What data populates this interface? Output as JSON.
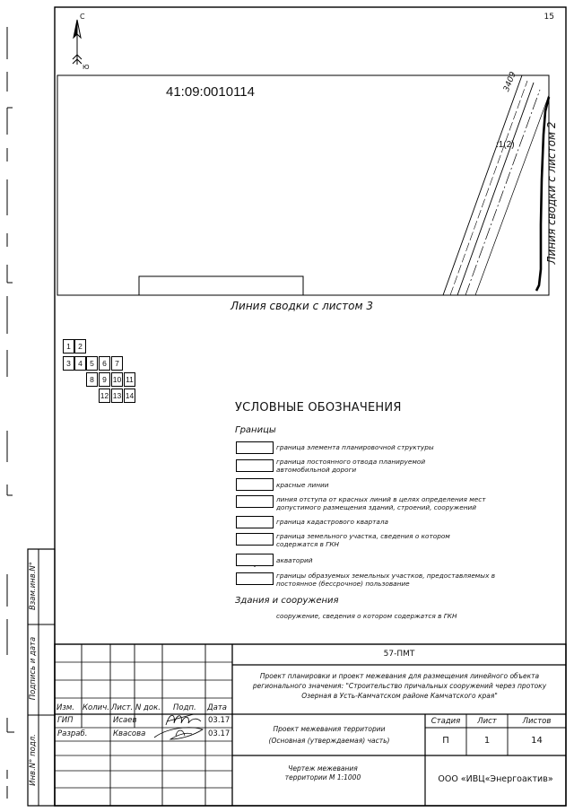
{
  "sheet": {
    "page_number": "15"
  },
  "compass": {
    "north": "С",
    "south": "Ю"
  },
  "map": {
    "quarter_label": "41:09:0010114",
    "edge_label": "3409",
    "parcel_label": ":1(2)",
    "bottom_join": "Линия сводки с листом 3",
    "right_join": "Линия сводки с листом 2"
  },
  "sheet_index": {
    "rows": [
      [
        "1",
        "2"
      ],
      [
        "3",
        "4",
        "5",
        "6",
        "7"
      ],
      [
        "8",
        "9",
        "10",
        "11"
      ],
      [
        "12",
        "13",
        "14"
      ]
    ]
  },
  "legend": {
    "title": "УСЛОВНЫЕ ОБОЗНАЧЕНИЯ",
    "boundaries_heading": "Границы",
    "items": [
      "граница элемента планировочной структуры",
      "граница постоянного отвода планируемой автомобильной дороги",
      "красные линии",
      "линия отступа от красных линий в целях определения мест допустимого размещения зданий, строений, сооружений",
      "граница кадастрового квартала",
      "граница земельного участка, сведения о котором содержатся в ГКН",
      "акваторий",
      "границы образуемых земельных участков, предоставляемых в постоянное (бессрочное) пользование"
    ],
    "buildings_heading": "Здания и сооружения",
    "building_item": "сооружение, сведения о котором содержатся в ГКН"
  },
  "side_stamps": {
    "inv_vzam": "Взам.инв.N°",
    "sign_date": "Подпись и дата",
    "inv_orig": "Инв.N° подл."
  },
  "title_block": {
    "code": "57-ПМТ",
    "project_title": "Проект планировки и проект межевания для размещения линейного объекта регионального значения: \"Строительство причальных сооружений через протоку Озерная в Усть-Камчатском районе Камчатского края\"",
    "headers": [
      "Изм.",
      "Колич.",
      "Лист.",
      "N док.",
      "Подп.",
      "Дата"
    ],
    "staff": [
      {
        "role": "ГИП",
        "name": "Исаев",
        "date": "03.17"
      },
      {
        "role": "Разраб.",
        "name": "Квасова",
        "date": "03.17"
      }
    ],
    "section_title": "Проект межевания территории (Основная (утверждаемая) часть)",
    "stage_header": "Стадия",
    "sheet_header": "Лист",
    "sheets_header": "Листов",
    "stage": "П",
    "sheet": "1",
    "sheets": "14",
    "drawing_title": "Чертеж межевания территории М 1:1000",
    "organization": "ООО «ИВЦ«Энергоактив»"
  }
}
